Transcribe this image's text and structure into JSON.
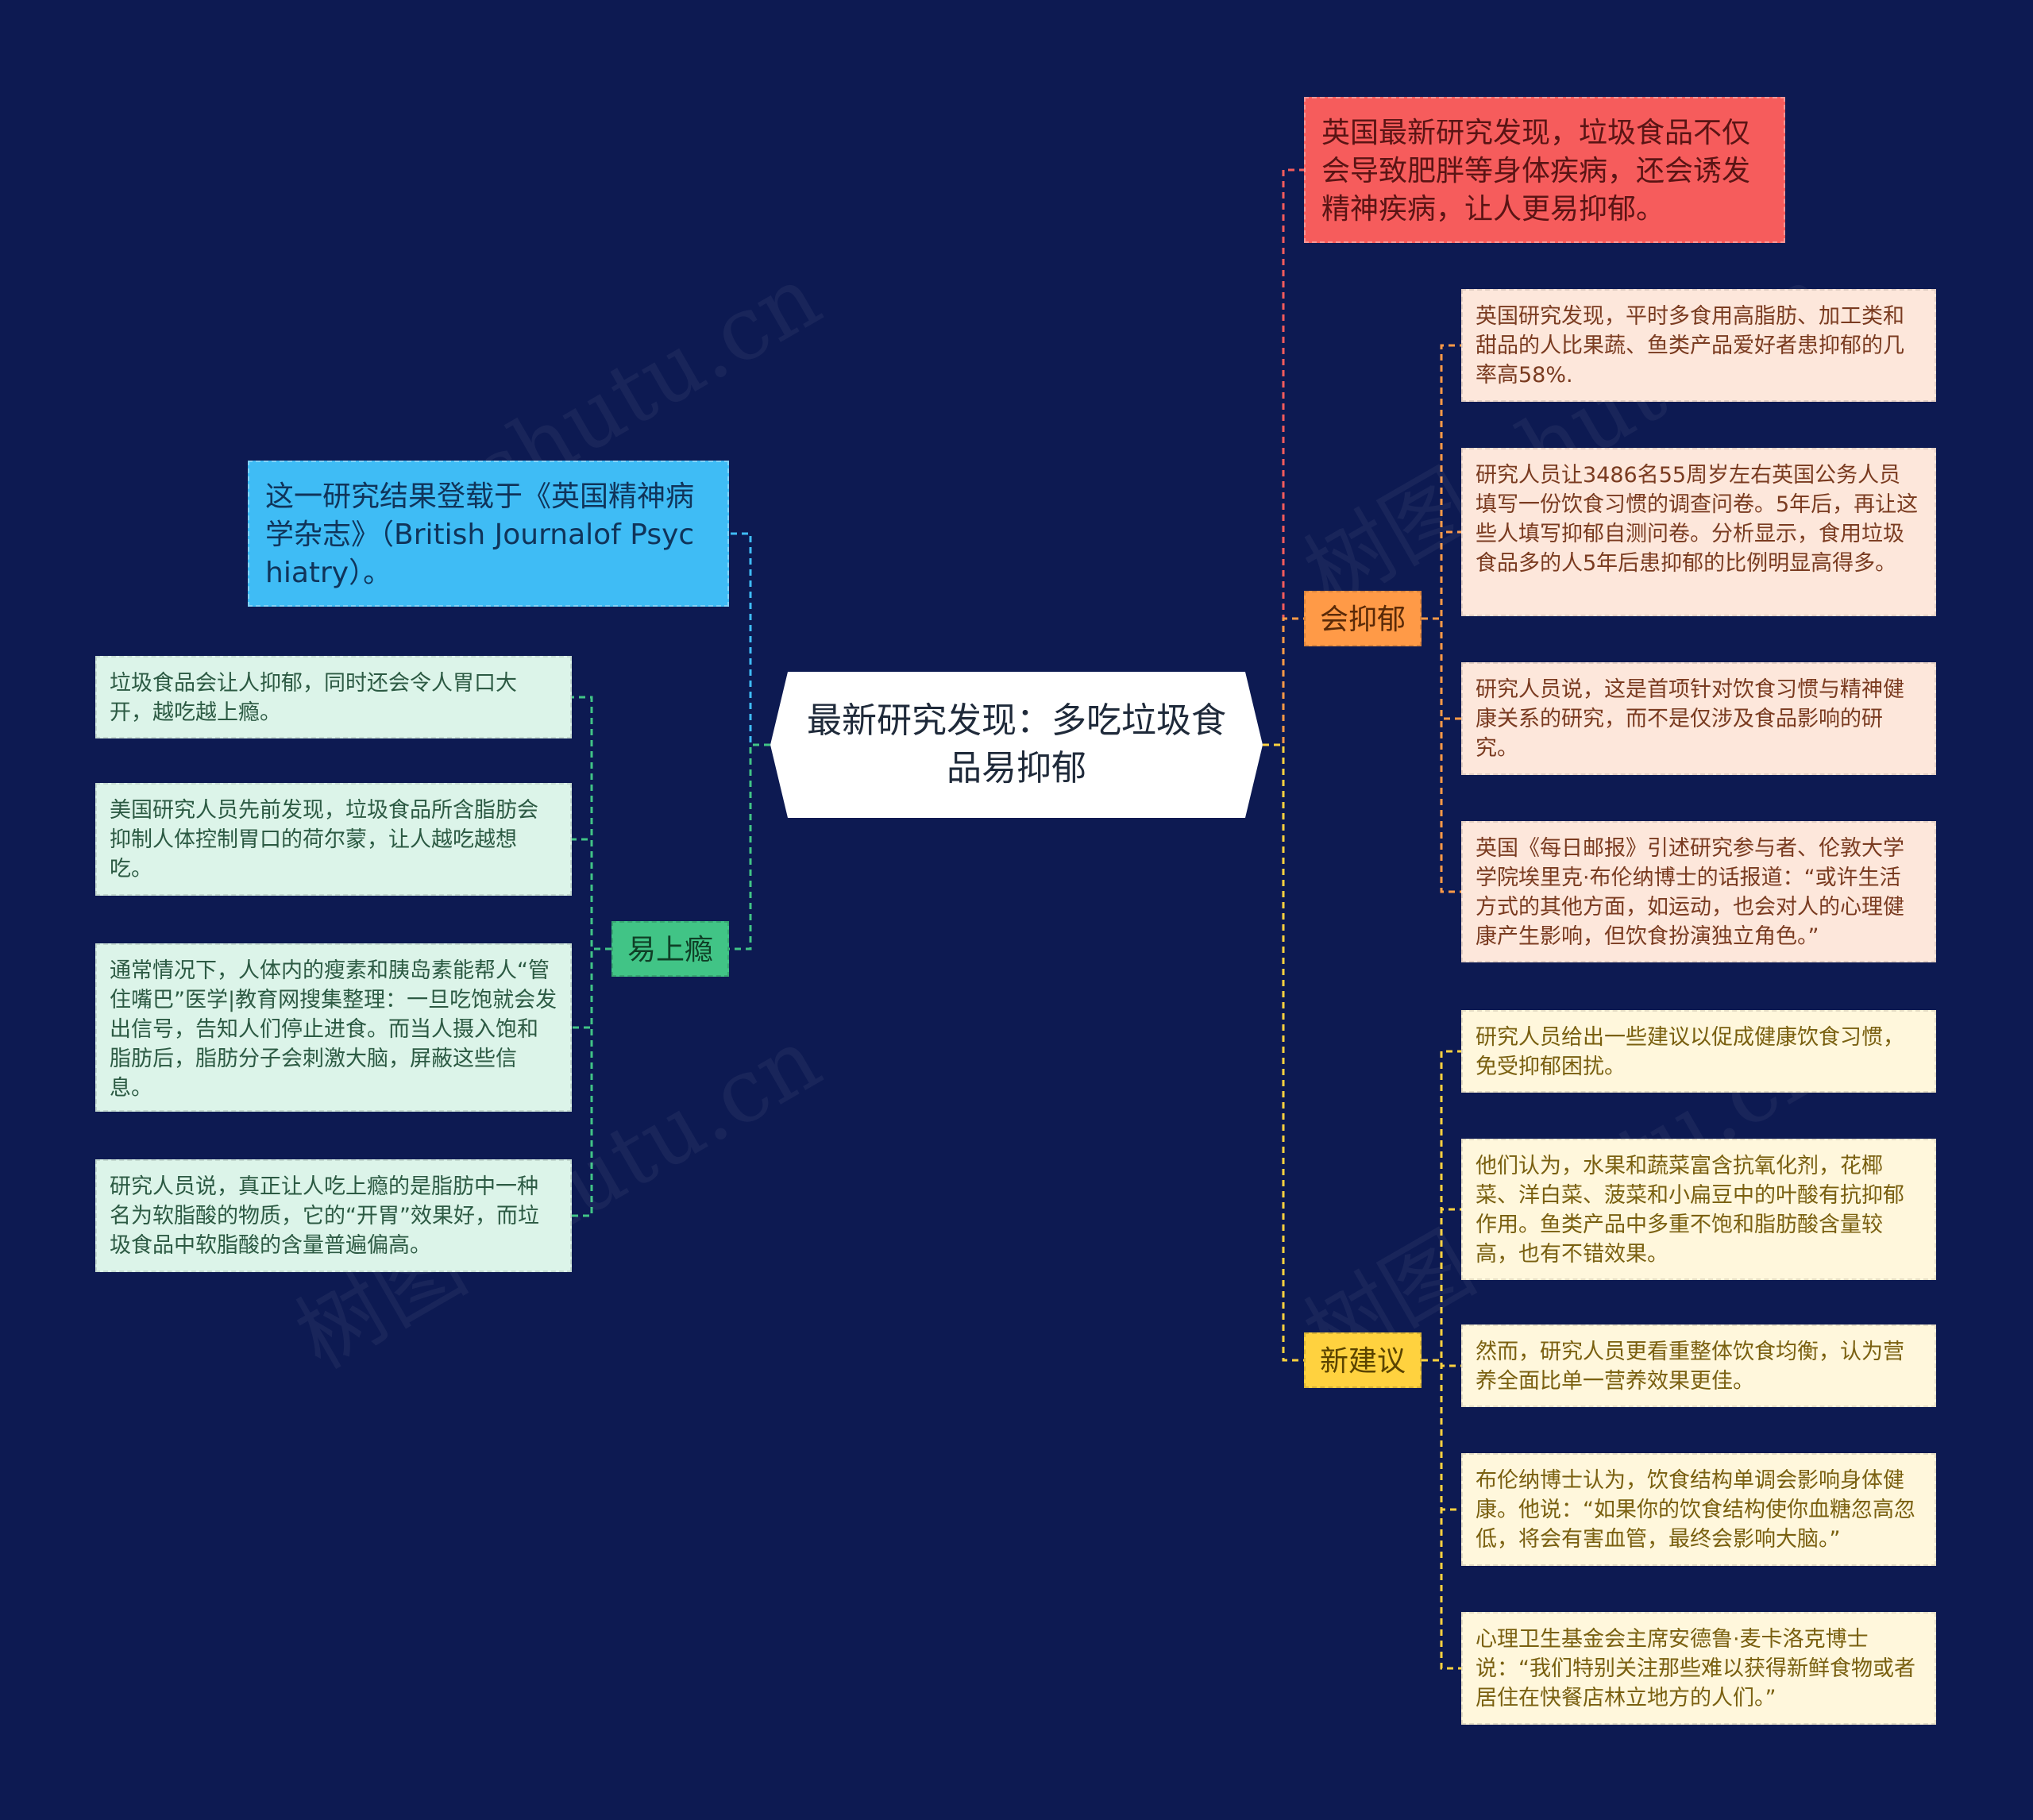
{
  "mindmap": {
    "center": "最新研究发现：多吃垃圾食品易抑郁",
    "left": {
      "top_note": "这一研究结果登载于《英国精神病学杂志》（British Journalof Psychiatry）。",
      "branch": {
        "label": "易上瘾",
        "leaves": [
          "垃圾食品会让人抑郁，同时还会令人胃口大开，越吃越上瘾。",
          "美国研究人员先前发现，垃圾食品所含脂肪会抑制人体控制胃口的荷尔蒙，让人越吃越想吃。",
          "通常情况下，人体内的瘦素和胰岛素能帮人“管住嘴巴”医学|教育网搜集整理：一旦吃饱就会发出信号，告知人们停止进食。而当人摄入饱和脂肪后，脂肪分子会刺激大脑，屏蔽这些信息。",
          "研究人员说，真正让人吃上瘾的是脂肪中一种名为软脂酸的物质，它的“开胃”效果好，而垃圾食品中软脂酸的含量普遍偏高。"
        ]
      }
    },
    "right": {
      "top_note": "英国最新研究发现，垃圾食品不仅会导致肥胖等身体疾病，还会诱发精神疾病，让人更易抑郁。",
      "branch1": {
        "label": "会抑郁",
        "leaves": [
          "英国研究发现，平时多食用高脂肪、加工类和甜品的人比果蔬、鱼类产品爱好者患抑郁的几率高58%.",
          "研究人员让3486名55周岁左右英国公务人员填写一份饮食习惯的调查问卷。5年后，再让这些人填写抑郁自测问卷。分析显示，食用垃圾食品多的人5年后患抑郁的比例明显高得多。",
          "研究人员说，这是首项针对饮食习惯与精神健康关系的研究，而不是仅涉及食品影响的研究。",
          "英国《每日邮报》引述研究参与者、伦敦大学学院埃里克·布伦纳博士的话报道：“或许生活方式的其他方面，如运动，也会对人的心理健康产生影响，但饮食扮演独立角色。”"
        ]
      },
      "branch2": {
        "label": "新建议",
        "leaves": [
          "研究人员给出一些建议以促成健康饮食习惯，免受抑郁困扰。",
          "他们认为，水果和蔬菜富含抗氧化剂，花椰菜、洋白菜、菠菜和小扁豆中的叶酸有抗抑郁作用。鱼类产品中多重不饱和脂肪酸含量较高，也有不错效果。",
          "然而，研究人员更看重整体饮食均衡，认为营养全面比单一营养效果更佳。",
          "布伦纳博士认为，饮食结构单调会影响身体健康。他说：“如果你的饮食结构使你血糖忽高忽低，将会有害血管，最终会影响大脑。”",
          "心理卫生基金会主席安德鲁·麦卡洛克博士说：“我们特别关注那些难以获得新鲜食物或者居住在快餐店林立地方的人们。”"
        ]
      }
    },
    "watermark": "树图 shutu.cn",
    "colors": {
      "background": "#0d1a52",
      "green": "#41c486",
      "orange": "#ff9a47",
      "yellow": "#ffd23f",
      "blue": "#3fbcf5",
      "red": "#f65c5c"
    }
  }
}
